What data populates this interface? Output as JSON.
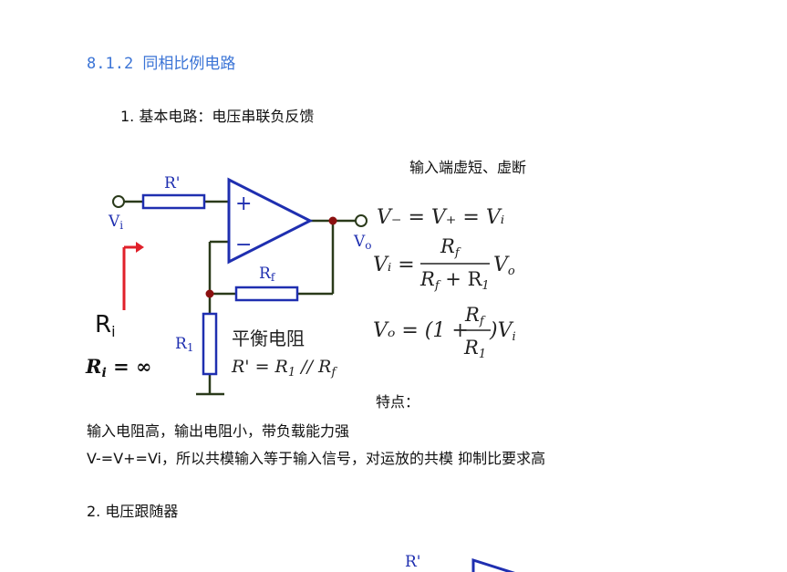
{
  "section": {
    "heading": "8.1.2 同相比例电路",
    "item1": "1. 基本电路：电压串联负反馈",
    "virtual_note": "输入端虚短、虚断",
    "features_label": "特点：",
    "feature_line1": "输入电阻高，输出电阻小，带负载能力强",
    "feature_line2": "V-=V+=Vi，所以共模输入等于输入信号，对运放的共模 抑制比要求高",
    "item2": "2. 电压跟随器"
  },
  "circuit": {
    "r_prime": "R'",
    "vi": "V",
    "vi_sub": "i",
    "vo": "V",
    "vo_sub": "o",
    "rf": "R",
    "rf_sub": "f",
    "r1": "R",
    "r1_sub": "1",
    "ri": "R",
    "ri_sub": "i",
    "ri_inf_main": "R",
    "ri_inf_sub": "i",
    "ri_inf_rest": " = ∞",
    "balance_label": "平衡电阻",
    "balance_eq_a": "R' = R",
    "balance_eq_sub1": "1",
    "balance_eq_b": " // R",
    "balance_eq_subf": "f",
    "plus": "+",
    "minus": "−"
  },
  "formulas": {
    "f1": "V₋ = V₊ = Vᵢ",
    "f2_lhs": "Vᵢ =",
    "f2_num": "R",
    "f2_num_sub": "f",
    "f2_den": "R",
    "f2_den_sub": "f",
    "f2_den_rest": " + R",
    "f2_den_sub2": "1",
    "f2_rhs": "V",
    "f2_rhs_sub": "o",
    "f3_lhs": "Vₒ = (1 +",
    "f3_num": "R",
    "f3_num_sub": "f",
    "f3_den": "R",
    "f3_den_sub": "1",
    "f3_rhs": ")V",
    "f3_rhs_sub": "i"
  },
  "colors": {
    "heading": "#3b74d6",
    "component": "#1f2fb0",
    "wire": "#2a3a1a",
    "node": "#8b1010",
    "arrow": "#e0202a"
  }
}
